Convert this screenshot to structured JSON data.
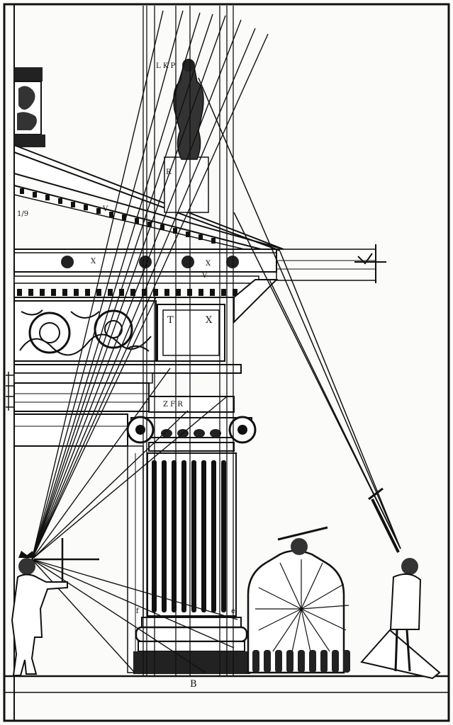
{
  "image": {
    "type": "woodcut-engraving",
    "subject": "perspective study",
    "colors": {
      "ink": "#111111",
      "paper": "#fbfbf9"
    }
  },
  "labels": {
    "baseline": "B",
    "scale_left": "1/9",
    "panel_t": "T",
    "panel_x": "X",
    "cornice_x": "X",
    "cornice_v": "V",
    "entab_x": "X",
    "entab_v": "V",
    "statue_top": "L K P",
    "statue_base": "R",
    "capital_letters": "Z F R",
    "column_left": "f",
    "column_right": "e"
  }
}
